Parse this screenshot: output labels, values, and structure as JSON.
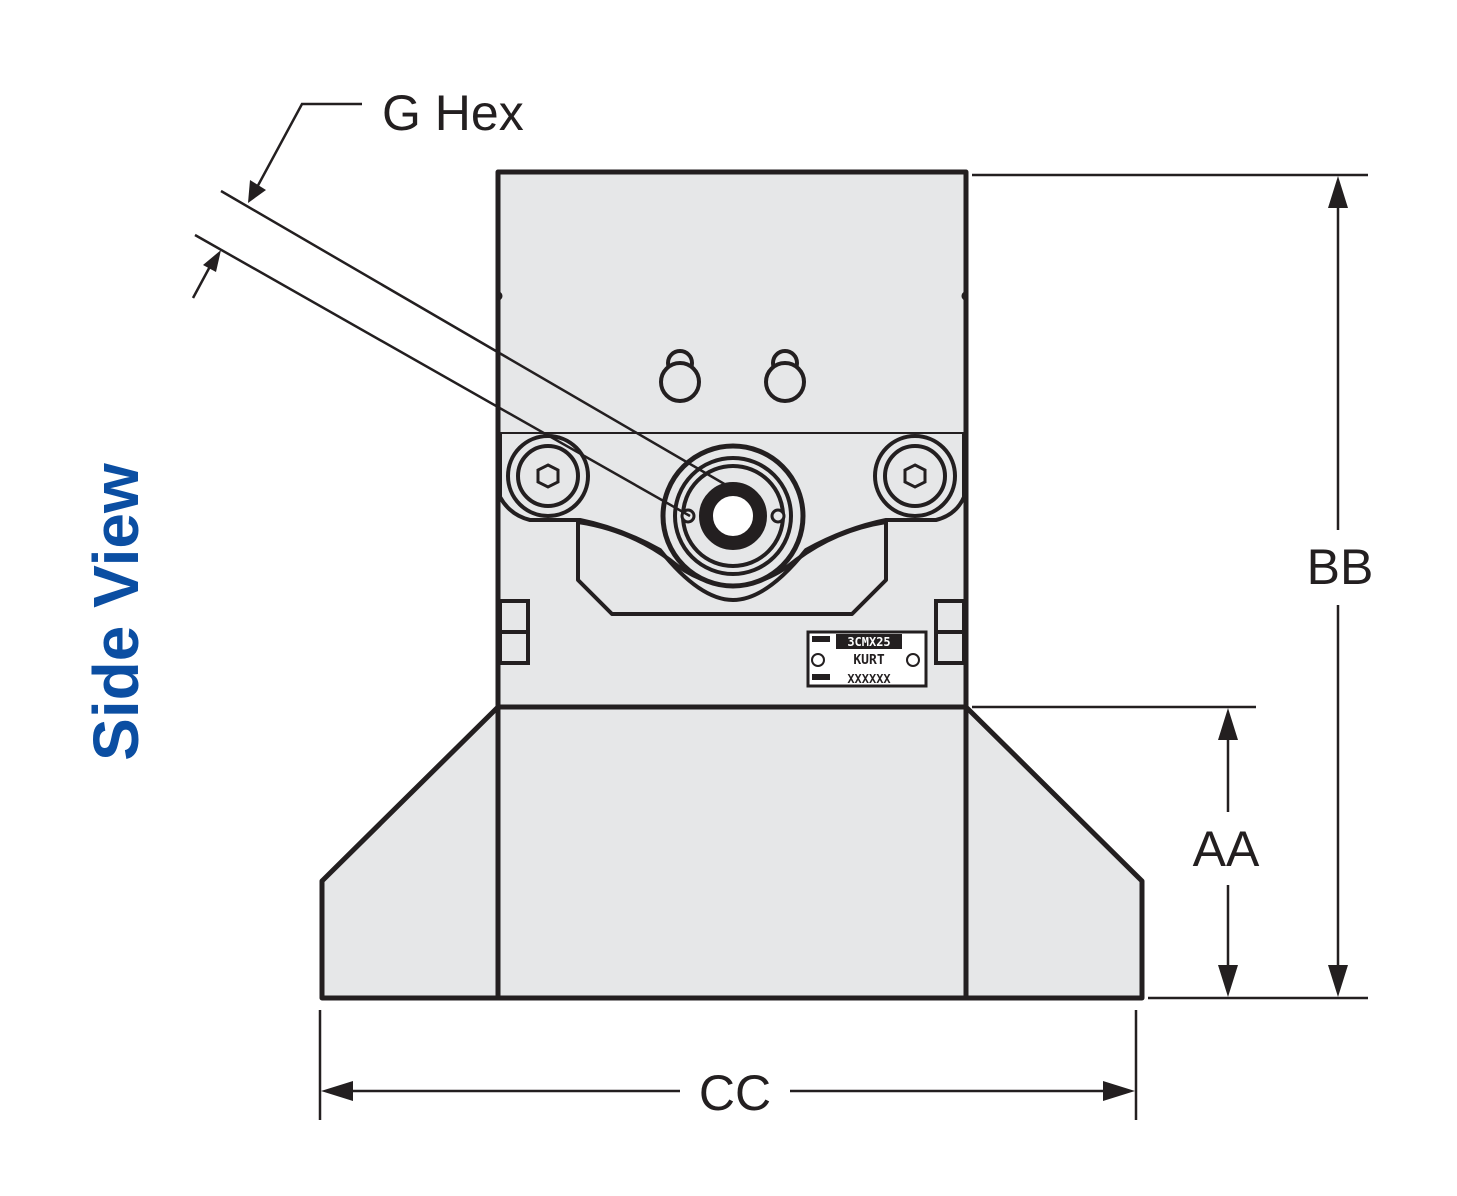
{
  "view_title": "Side View",
  "dimensions": {
    "hex": "G Hex",
    "height_total": "BB",
    "height_base": "AA",
    "width_base": "CC"
  },
  "nameplate": {
    "model": "3CMX25",
    "brand": "KURT",
    "serial": "XXXXXX"
  },
  "colors": {
    "fill": "#e6e7e8",
    "line": "#231f20",
    "title": "#0b4ea2"
  }
}
